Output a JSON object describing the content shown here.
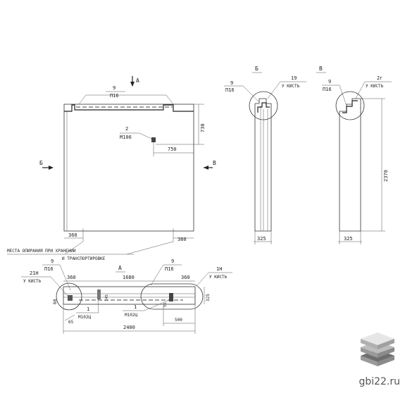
{
  "front_view": {
    "section_mark_a": "А",
    "callout_9_number": "9",
    "callout_9_label": "П16",
    "callout_2_number": "2",
    "callout_2_label": "М106",
    "dim_730": "730",
    "dim_750": "750",
    "section_b_left": "Б",
    "section_v_right": "В",
    "dim_360_left": "360",
    "dim_360_right": "360",
    "support_note_line1": "МЕСТА ОПИРАНИЯ ПРИ ХРАНЕНИИ",
    "support_note_line2": "И ТРАНСПОРТИРОВКЕ"
  },
  "section_b": {
    "title": "Б",
    "callout_9_number": "9",
    "callout_9_label": "П16",
    "callout_19_number": "19",
    "callout_19_label": "У КИСТЬ",
    "dim_width": "325"
  },
  "section_v": {
    "title": "В",
    "callout_9_number": "9",
    "callout_9_label": "П16",
    "callout_2_number": "2г",
    "callout_2_label": "У КИСТЬ",
    "dim_height": "2370",
    "dim_width": "325"
  },
  "plan_view": {
    "title": "А",
    "callout_9_left_number": "9",
    "callout_9_left_label": "П16",
    "callout_21_number": "21Н",
    "callout_21_label": "У КИСТЬ",
    "dim_360_left": "360",
    "dim_1680": "1680",
    "callout_9_right_number": "9",
    "callout_9_right_label": "П16",
    "dim_360_right": "360",
    "callout_1h_number": "1Н",
    "callout_1h_label": "У КИСТЬ",
    "dim_60": "60",
    "dim_145": "145",
    "dim_55": "55",
    "dim_325": "325",
    "callout_1_number": "1",
    "callout_1_label": "М102Ц",
    "callout_1b_number": "1",
    "callout_1b_label": "М102Ц",
    "dim_65": "65",
    "dim_500": "500",
    "dim_total": "2400"
  },
  "watermark": {
    "site": "gbi22.ru",
    "logo_icon": "stacked-slabs-icon",
    "colors": {
      "top": "#e6e6e6",
      "side": "#9a9a9a",
      "dark": "#6e6e6e"
    }
  }
}
